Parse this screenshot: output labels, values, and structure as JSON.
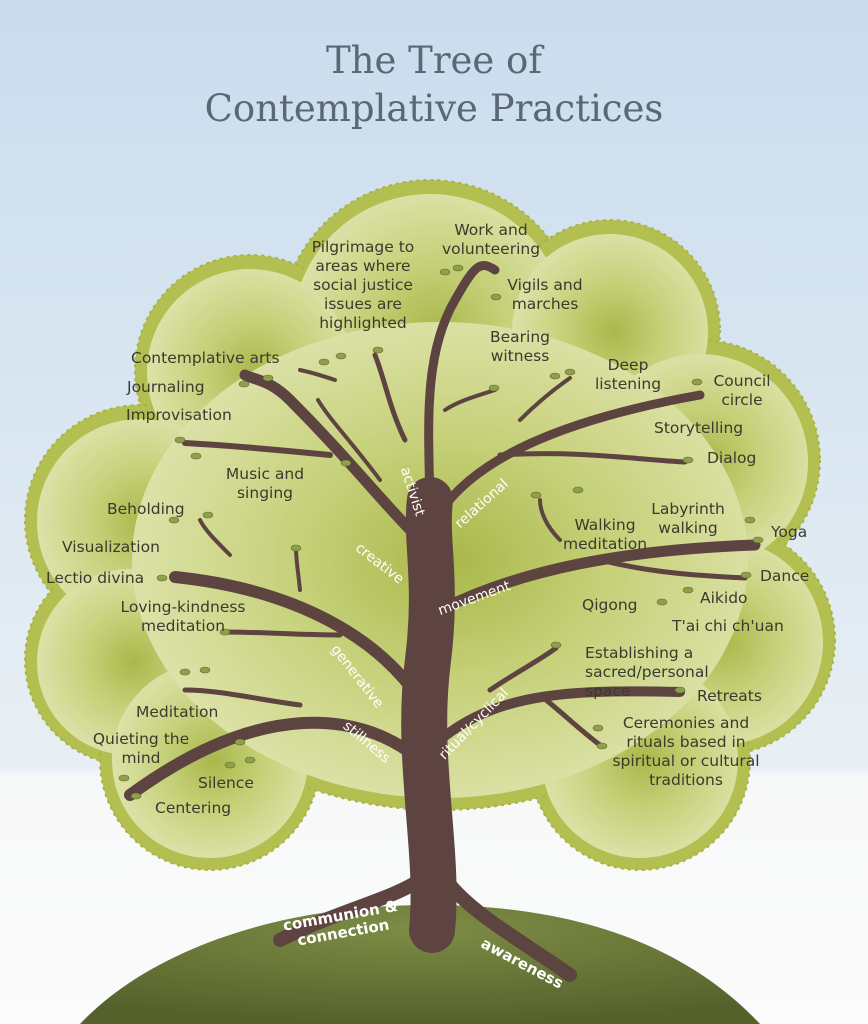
{
  "title_line1": "The Tree of",
  "title_line2": "Contemplative Practices",
  "branches": {
    "activist": "activist",
    "relational": "relational",
    "creative": "creative",
    "movement": "movement",
    "generative": "generative",
    "stillness": "stillness",
    "ritual_cyclical": "ritual/cyclical"
  },
  "roots": {
    "communion": "communion & connection",
    "awareness": "awareness"
  },
  "practices": {
    "pilgrimage": "Pilgrimage to areas where social justice issues are highlighted",
    "work": "Work and volunteering",
    "vigils": "Vigils and marches",
    "bearing": "Bearing witness",
    "deep_listening": "Deep listening",
    "council": "Council circle",
    "storytelling": "Storytelling",
    "dialog": "Dialog",
    "contemplative_arts": "Contemplative arts",
    "journaling": "Journaling",
    "improvisation": "Improvisation",
    "music": "Music and singing",
    "beholding": "Beholding",
    "visualization": "Visualization",
    "lectio": "Lectio divina",
    "loving_kindness": "Loving-kindness meditation",
    "labyrinth": "Labyrinth walking",
    "walking_meditation": "Walking meditation",
    "yoga": "Yoga",
    "dance": "Dance",
    "qigong": "Qigong",
    "aikido": "Aikido",
    "taichi": "T'ai chi ch'uan",
    "sacred_space": "Establishing a sacred/personal space",
    "retreats": "Retreats",
    "ceremonies": "Ceremonies and rituals based in spiritual or cultural traditions",
    "meditation": "Meditation",
    "quieting": "Quieting the mind",
    "silence": "Silence",
    "centering": "Centering"
  },
  "colors": {
    "sky_top": "#c9dcee",
    "sky_bottom": "#f2f5f6",
    "canopy_edge": "#b2bd4f",
    "canopy_fill": "#d6dd9c",
    "canopy_center": "#aab84a",
    "trunk": "#5e4440",
    "hill": "#6b7a3a",
    "title": "#5b6773"
  }
}
